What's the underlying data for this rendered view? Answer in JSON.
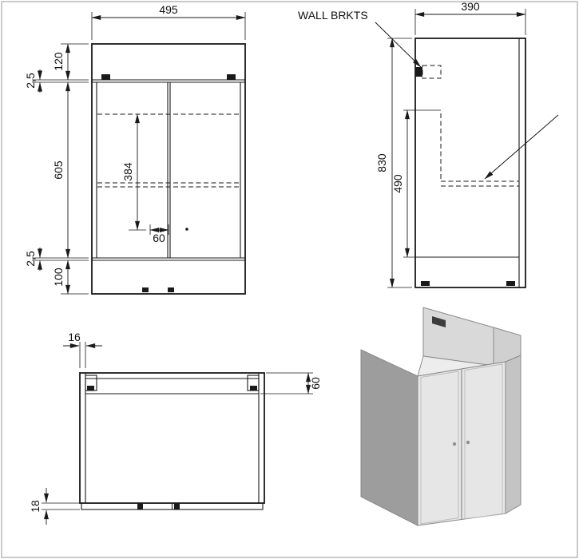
{
  "sheet": {
    "views": {
      "front": {
        "dim_width": "495",
        "dim_top_rail": "120",
        "dim_gap_top": "2,5",
        "dim_doors": "605",
        "dim_gap_bottom": "2,5",
        "dim_plinth": "100",
        "dim_inner_height": "384",
        "dim_center_offset": "60"
      },
      "side": {
        "dim_depth": "390",
        "label_wall_brackets": "WALL BRKTS",
        "dim_height": "830",
        "dim_inner_height": "490"
      },
      "plan": {
        "dim_panel_thickness": "16",
        "dim_rail_depth": "60",
        "dim_door_thickness": "18"
      }
    },
    "colors": {
      "line": "#1a1a1a",
      "sheet_border": "#b8b8b8",
      "iso_left_panel": "#9d9d9d",
      "iso_front_face": "#e6e6e6",
      "iso_back_panel": "#d9d9d9",
      "iso_right_panel": "#c4c4c4",
      "iso_right_top": "#d0d0d0",
      "iso_interior": "#ededed",
      "iso_bracket": "#3c3c3c"
    }
  }
}
